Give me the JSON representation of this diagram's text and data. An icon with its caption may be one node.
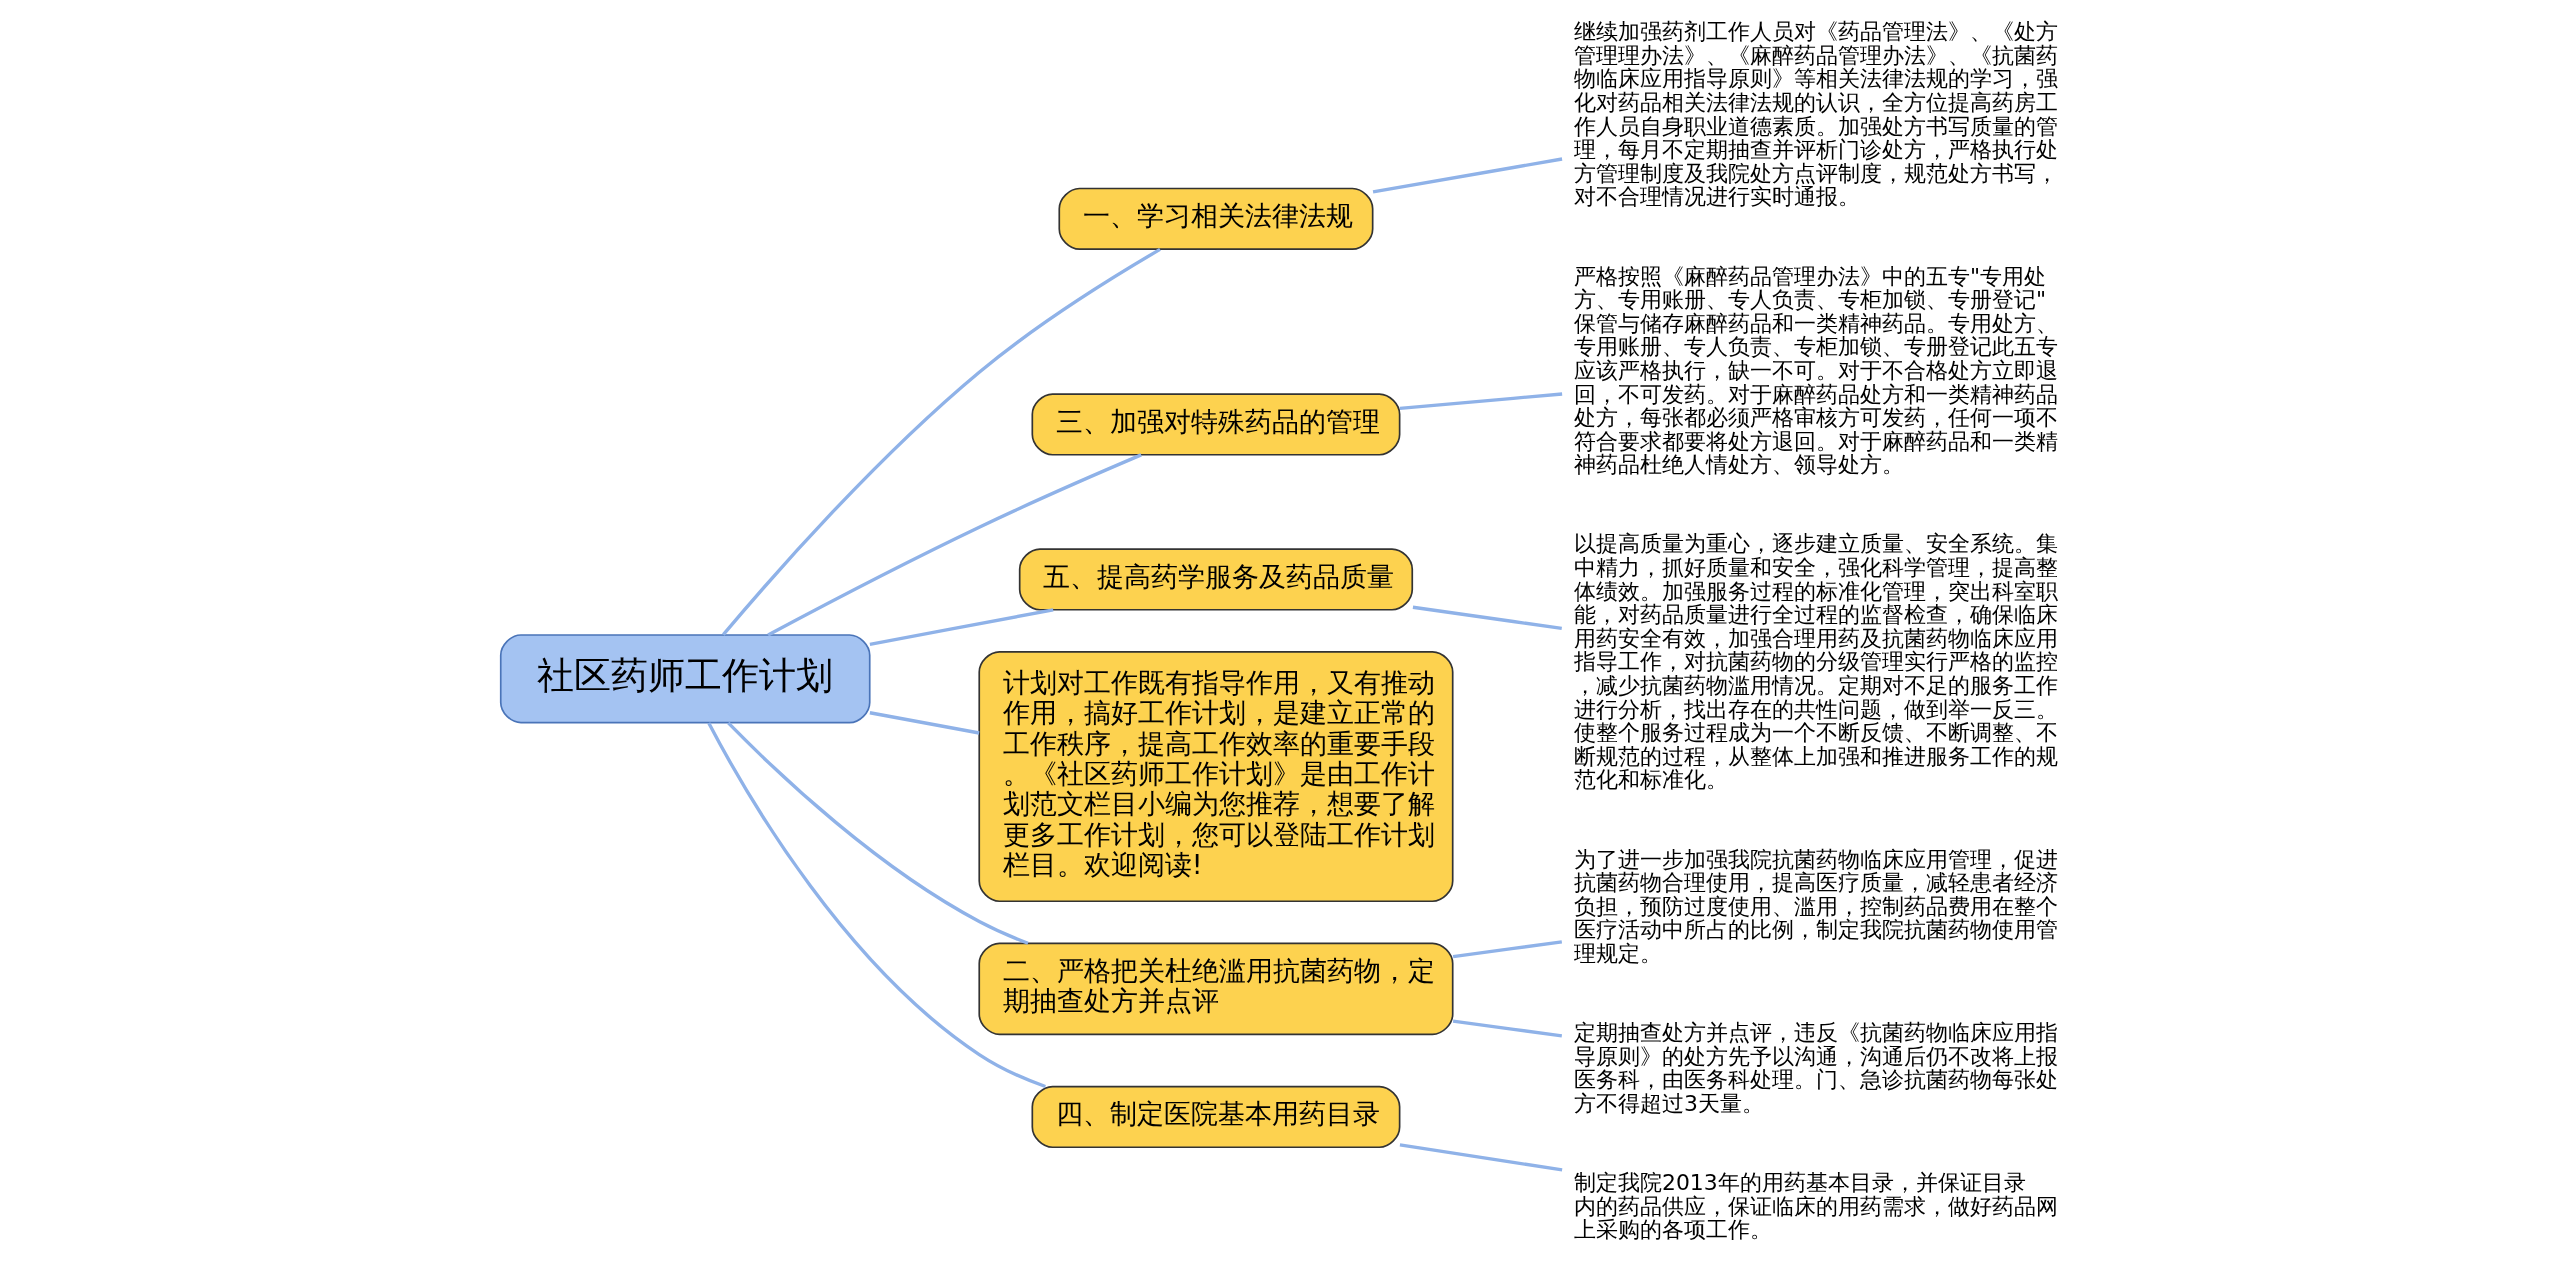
{
  "diagram": {
    "nodes": [
      {
        "text": [
          "社区药师工作计划"
        ]
      },
      {
        "text": [
          "一、学习相关法律法规"
        ]
      },
      {
        "text": [
          "继续加强药剂工作人员对《药品管理法》、《处方管理理办法》、《麻醉药品管理办法》、《抗菌药物临床应用指导原则》等相关法律法规的学习，强化对药品相关法律法规的认识，全方位提高药房工作人员自身职业道德素质。加强处方书写质量的管理，每月不定期抽查并评析门诊处方，严格执行处方管理制度及我院处方点评制度，规范处方书写，对不合理情况进行实时通报。"
        ]
      },
      {
        "text": [
          "三、加强对特殊药品的管理"
        ]
      },
      {
        "text": [
          "严格按照《麻醉药品管理办法》中的五专\"专用处方、专用账册、专人负责、专柜加锁、专册登记\"保管与储存麻醉药品和一类精神药品。专用处方、专用账册、专人负责、专柜加锁、专册登记此五专应该严格执行，缺一不可。对于不合格处方立即退回，不可发药。对于麻醉药品处方和一类精神药品处方，每张都必须严格审核方可发药，任何一项不符合要求都要将处方退回。对于麻醉药品和一类精神药品杜绝人情处方、领导处方。"
        ]
      },
      {
        "text": [
          "五、提高药学服务及药品质量"
        ]
      },
      {
        "text": [
          "以提高质量为重心，逐步建立质量、安全系统。集中精力，抓好质量和安全，强化科学管理，提高整体绩效。加强服务过程的标准化管理，突出科室职能，对药品质量进行全过程的监督检查，确保临床用药安全有效，加强合理用药及抗菌药物临床应用指导工作，对抗菌药物的分级管理实行严格的监控，减少抗菌药物滥用情况。定期对不足的服务工作进行分析，找出存在的共性问题，做到举一反三。使整个服务过程成为一个不断反馈、不断调整、不断规范的过程，从整体上加强和推进服务工作的规范化和标准化。"
        ]
      },
      {
        "text": [
          "计划对工作既有指导作用，又有推动作用，搞好工作计划，是建立正常的工作秩序，提高工作效率的重要手段。《社区药师工作计划》是由工作计划范文栏目小编为您推荐，想要了解更多工作计划，您可以登陆工作计划栏目。欢迎阅读!"
        ]
      },
      {
        "text": [
          "二、严格把关杜绝滥用抗菌药物，定期抽查处方并点评"
        ]
      },
      {
        "text": [
          "为了进一步加强我院抗菌药物临床应用管理，促进抗菌药物合理使用，提高医疗质量，减轻患者经济负担，预防过度使用、滥用，控制药品费用在整个医疗活动中所占的比例，制定我院抗菌药物使用管理规定。"
        ]
      },
      {
        "text": [
          "定期抽查处方并点评，违反《抗菌药物临床应用指导原则》的处方先予以沟通，沟通后仍不改将上报医务科，由医务科处理。门、急诊抗菌药物每张处方不得超过3天量。"
        ]
      },
      {
        "text": [
          "四、制定医院基本用药目录"
        ]
      },
      {
        "text": [
          "制定我院2013年的用药基本目录，并保证目录内的药品供应，保证临床的用药需求，做好药品网上采购的各项工作。"
        ]
      }
    ],
    "edges": [
      {
        "from": 0,
        "to": 1,
        "arrow": "none"
      },
      {
        "from": 1,
        "to": 2,
        "arrow": "none"
      },
      {
        "from": 0,
        "to": 3,
        "arrow": "none"
      },
      {
        "from": 3,
        "to": 4,
        "arrow": "none"
      },
      {
        "from": 0,
        "to": 5,
        "arrow": "none"
      },
      {
        "from": 5,
        "to": 6,
        "arrow": "none"
      },
      {
        "from": 0,
        "to": 7,
        "arrow": "none"
      },
      {
        "from": 0,
        "to": 8,
        "arrow": "none"
      },
      {
        "from": 8,
        "to": 9,
        "arrow": "none"
      },
      {
        "from": 8,
        "to": 10,
        "arrow": "none"
      },
      {
        "from": 0,
        "to": 11,
        "arrow": "none"
      },
      {
        "from": 11,
        "to": 12,
        "arrow": "none"
      }
    ]
  }
}
